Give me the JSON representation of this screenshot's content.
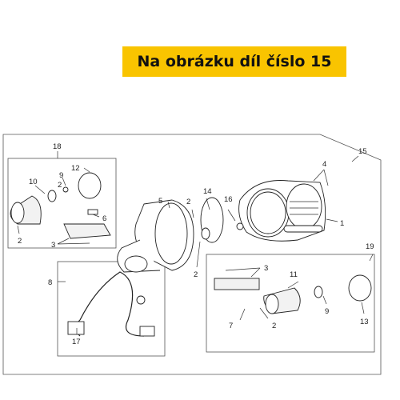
{
  "banner": {
    "text": "Na obrázku díl číslo 15"
  },
  "callouts": {
    "c1": "1",
    "c2a": "2",
    "c2b": "2",
    "c2c": "2",
    "c2d": "2",
    "c3a": "3",
    "c3b": "3",
    "c4": "4",
    "c5": "5",
    "c6": "6",
    "c7": "7",
    "c8": "8",
    "c9a": "9",
    "c9b": "9",
    "c10": "10",
    "c11": "11",
    "c12": "12",
    "c13": "13",
    "c14": "14",
    "c15": "15",
    "c16": "16",
    "c17": "17",
    "c18": "18",
    "c19": "19"
  },
  "colors": {
    "banner_bg": "#f9c400",
    "line": "#222222"
  }
}
